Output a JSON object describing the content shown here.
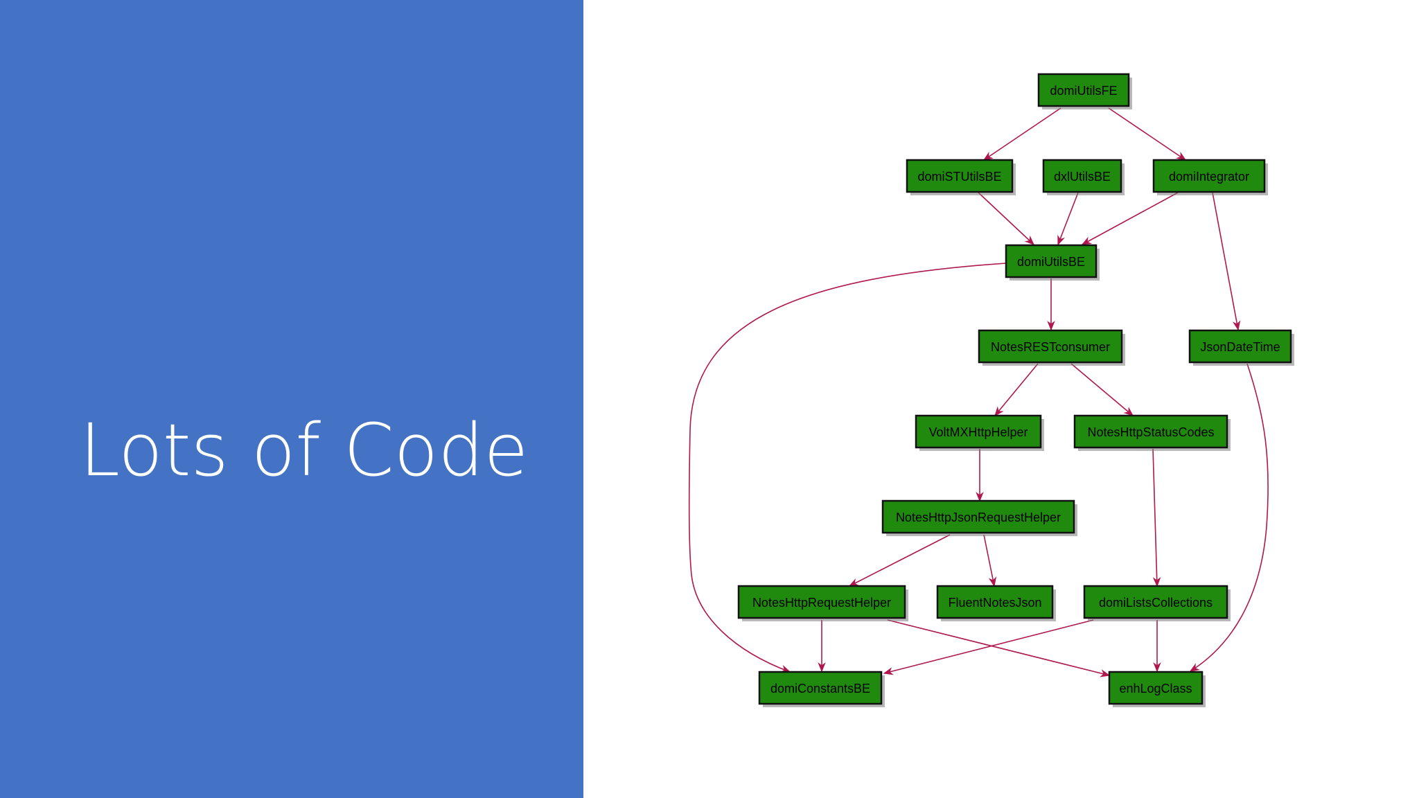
{
  "slide": {
    "title": "Lots of Code",
    "background_color": "#4472c4"
  },
  "diagram": {
    "node_color": "#1f8a0d",
    "edge_color": "#b0174e",
    "nodes": {
      "domiUtilsFE": "domiUtilsFE",
      "domiSTUtilsBE": "domiSTUtilsBE",
      "dxlUtilsBE": "dxlUtilsBE",
      "domiIntegrator": "domiIntegrator",
      "domiUtilsBE": "domiUtilsBE",
      "NotesRESTconsumer": "NotesRESTconsumer",
      "JsonDateTime": "JsonDateTime",
      "VoltMXHttpHelper": "VoltMXHttpHelper",
      "NotesHttpStatusCodes": "NotesHttpStatusCodes",
      "NotesHttpJsonRequestHelper": "NotesHttpJsonRequestHelper",
      "NotesHttpRequestHelper": "NotesHttpRequestHelper",
      "FluentNotesJson": "FluentNotesJson",
      "domiListsCollections": "domiListsCollections",
      "domiConstantsBE": "domiConstantsBE",
      "enhLogClass": "enhLogClass"
    },
    "edges": [
      [
        "domiUtilsFE",
        "domiSTUtilsBE"
      ],
      [
        "domiUtilsFE",
        "domiIntegrator"
      ],
      [
        "domiSTUtilsBE",
        "domiUtilsBE"
      ],
      [
        "dxlUtilsBE",
        "domiUtilsBE"
      ],
      [
        "domiIntegrator",
        "domiUtilsBE"
      ],
      [
        "domiIntegrator",
        "JsonDateTime"
      ],
      [
        "domiUtilsBE",
        "NotesRESTconsumer"
      ],
      [
        "domiUtilsBE",
        "domiConstantsBE"
      ],
      [
        "NotesRESTconsumer",
        "VoltMXHttpHelper"
      ],
      [
        "NotesRESTconsumer",
        "NotesHttpStatusCodes"
      ],
      [
        "VoltMXHttpHelper",
        "NotesHttpJsonRequestHelper"
      ],
      [
        "NotesHttpStatusCodes",
        "domiListsCollections"
      ],
      [
        "NotesHttpJsonRequestHelper",
        "NotesHttpRequestHelper"
      ],
      [
        "NotesHttpJsonRequestHelper",
        "FluentNotesJson"
      ],
      [
        "NotesHttpRequestHelper",
        "domiConstantsBE"
      ],
      [
        "NotesHttpRequestHelper",
        "enhLogClass"
      ],
      [
        "domiListsCollections",
        "domiConstantsBE"
      ],
      [
        "domiListsCollections",
        "enhLogClass"
      ],
      [
        "JsonDateTime",
        "enhLogClass"
      ]
    ]
  }
}
